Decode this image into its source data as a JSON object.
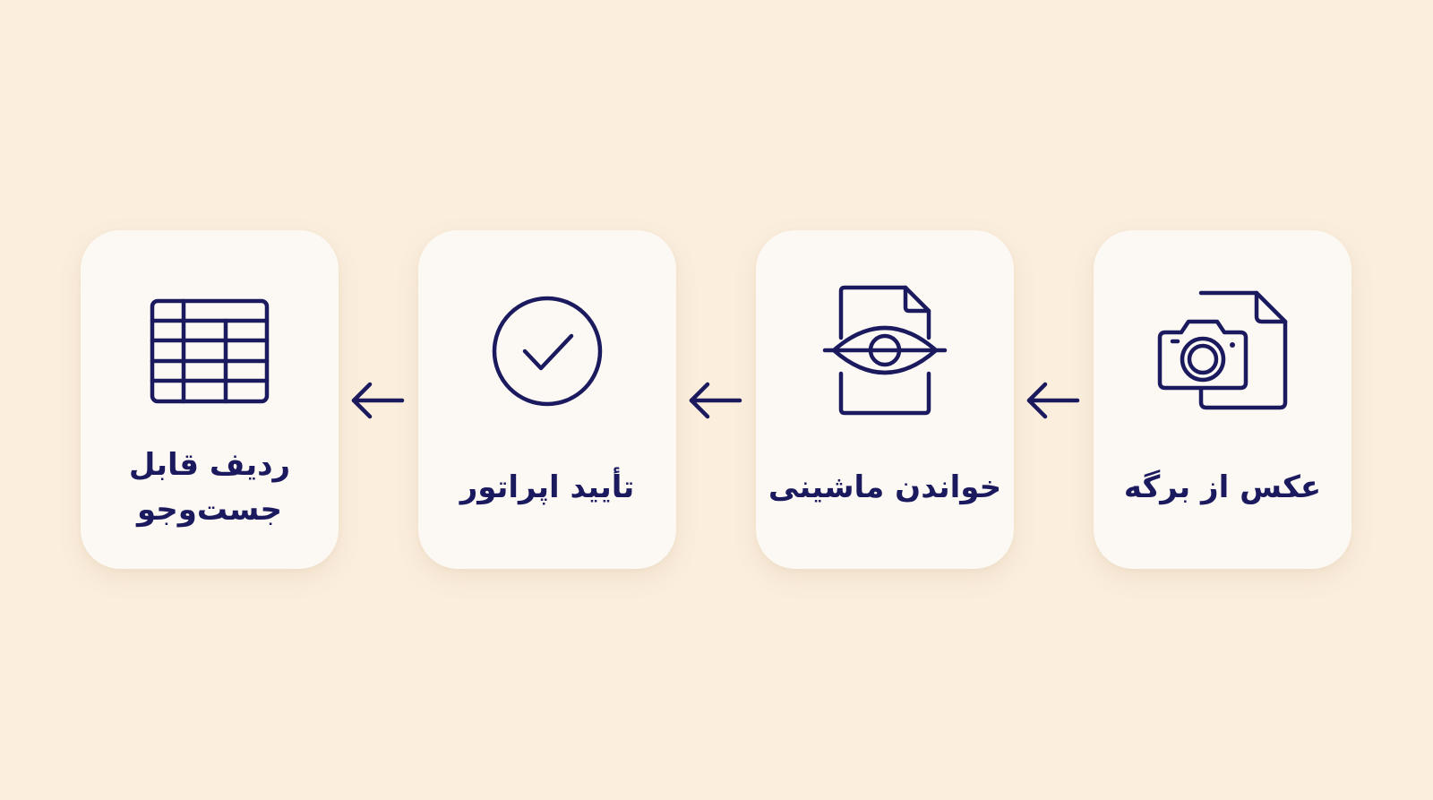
{
  "colors": {
    "background": "#fbeedd",
    "card": "#fcf9f4",
    "ink": "#1c1a5e"
  },
  "steps": [
    {
      "label": "عکس از برگه",
      "icon": "camera-document-icon"
    },
    {
      "label": "خواندن ماشینی",
      "icon": "document-eye-scan-icon"
    },
    {
      "label": "تأیید اپراتور",
      "icon": "check-circle-icon"
    },
    {
      "label": "ردیف قابل جست‌وجو",
      "icon": "table-grid-icon"
    }
  ],
  "connectors": [
    "arrow-left-icon",
    "arrow-left-icon",
    "arrow-left-icon"
  ]
}
